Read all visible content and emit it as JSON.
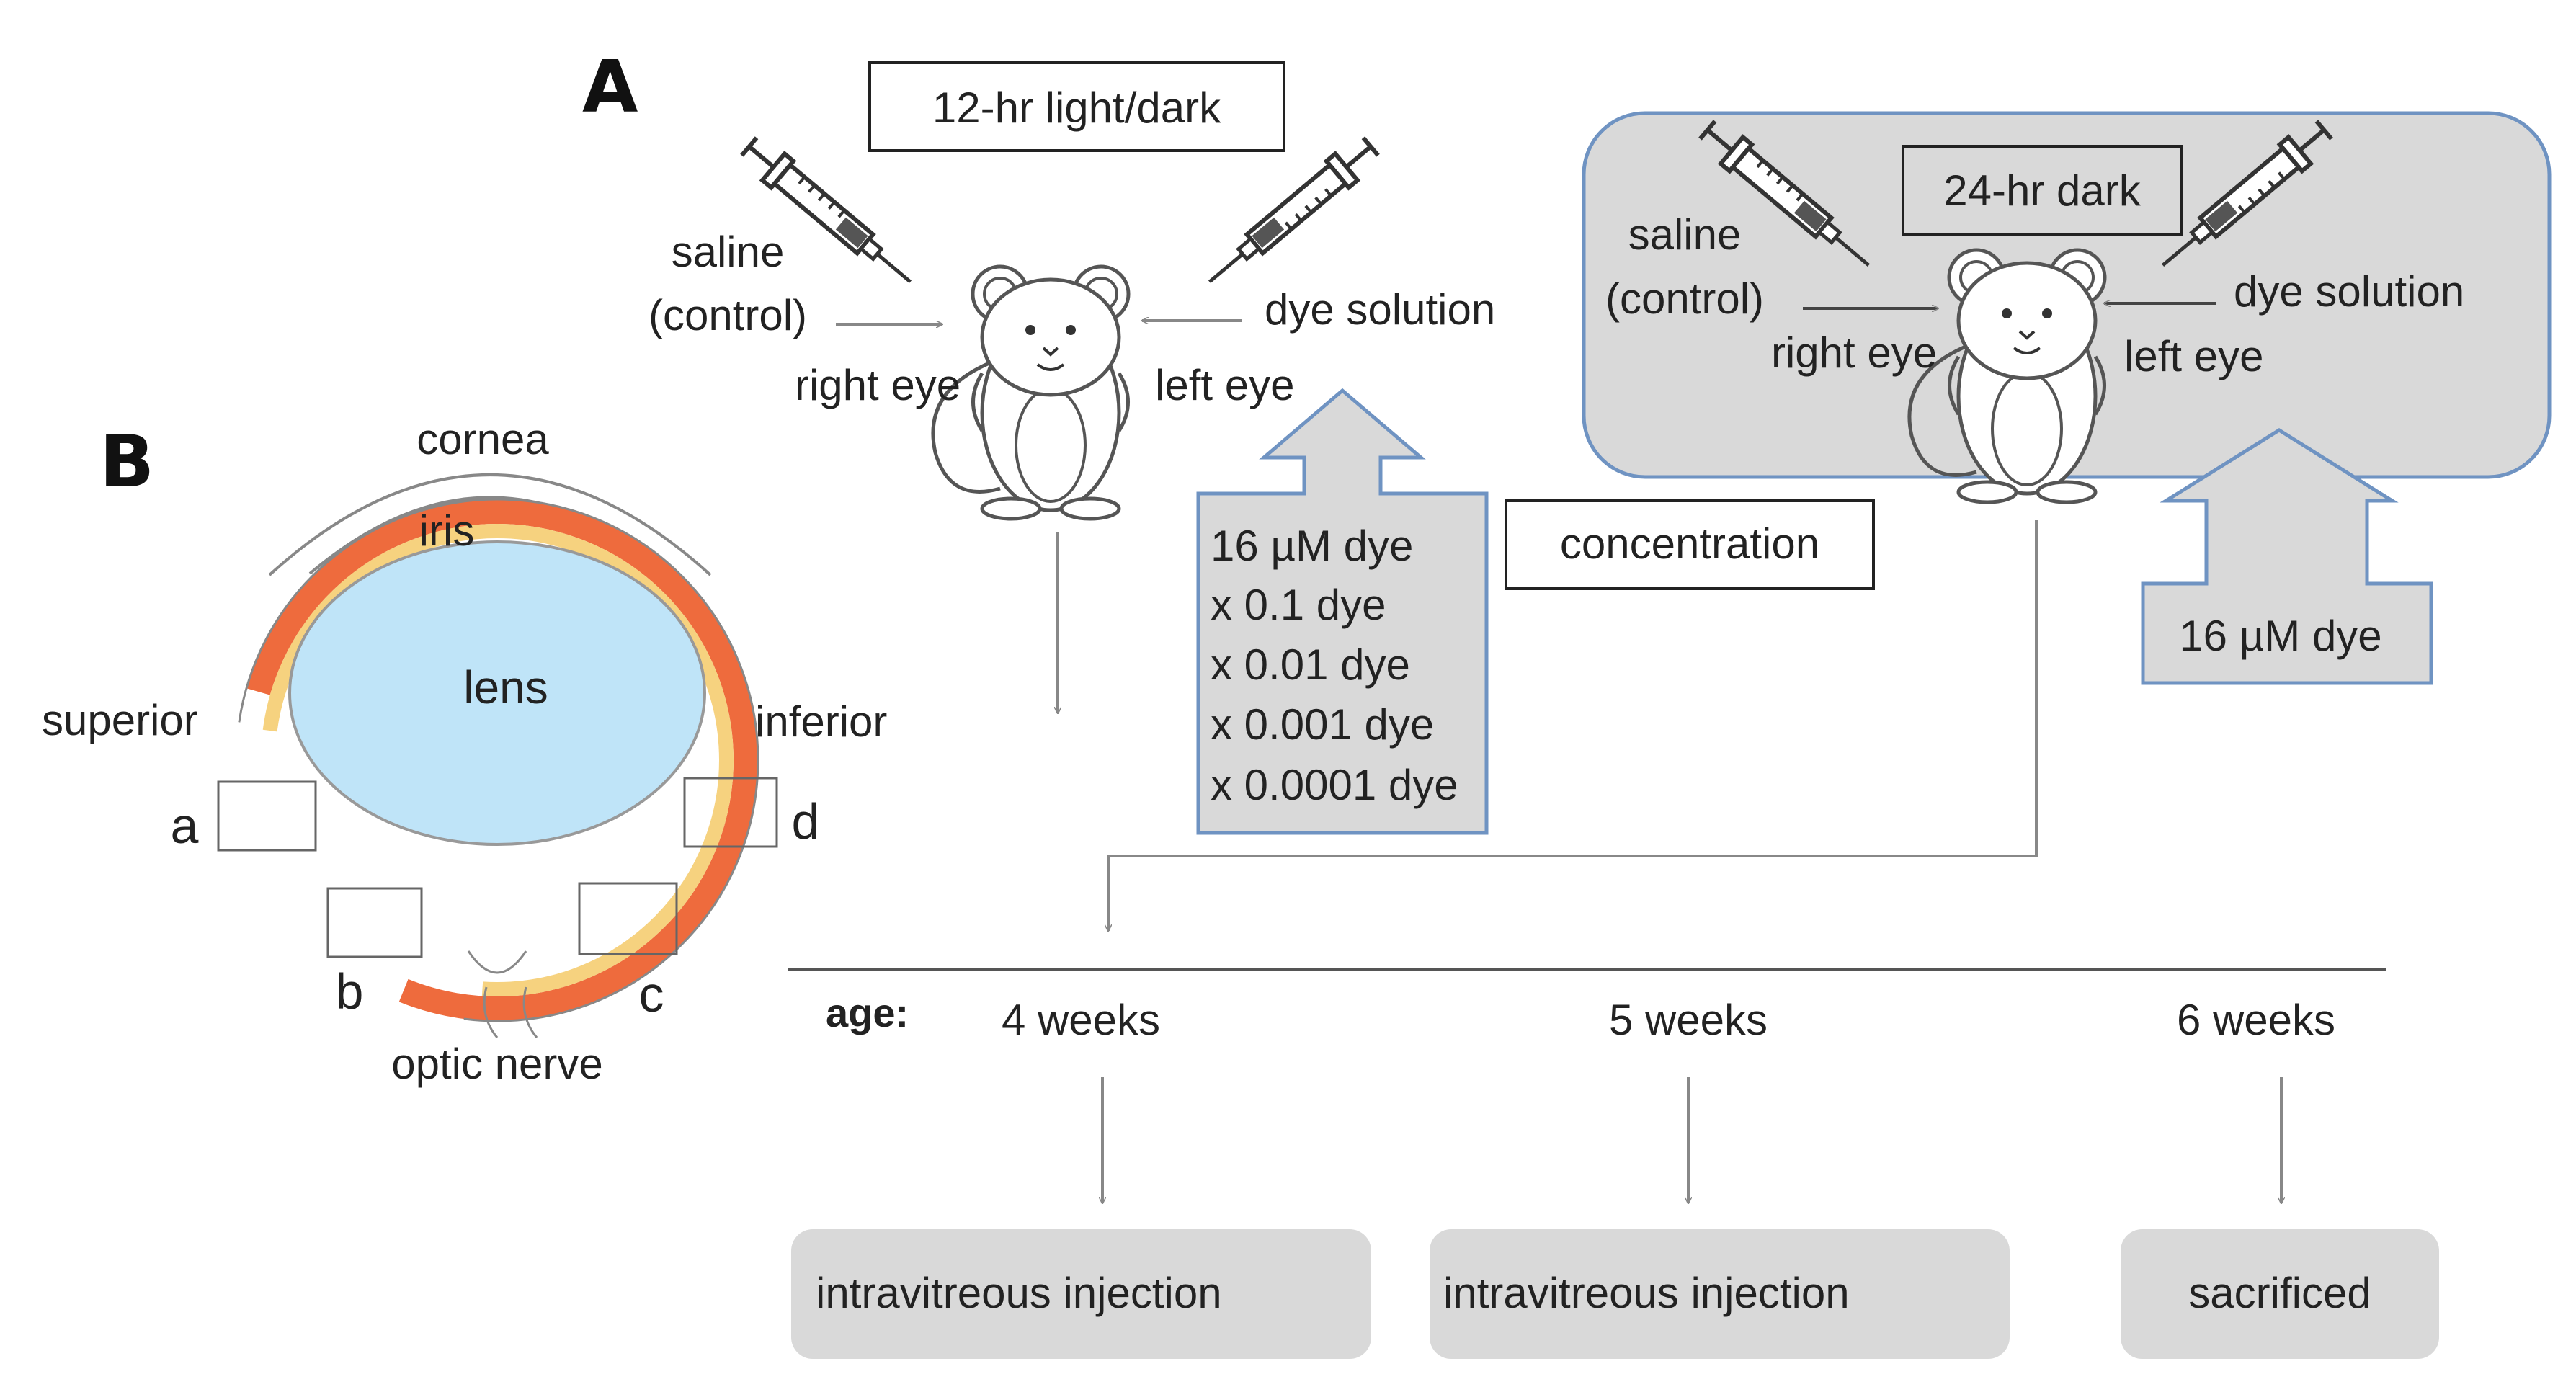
{
  "panels": {
    "a": "A",
    "b": "B"
  },
  "left_protocol": {
    "light_box": "12-hr light/dark",
    "saline_line1": "saline",
    "saline_line2": "(control)",
    "dye_label": "dye solution",
    "right_eye": "right eye",
    "left_eye": "left eye",
    "dilutions": [
      "16 µM dye",
      "x 0.1 dye",
      "x 0.01 dye",
      "x 0.001 dye",
      "x 0.0001 dye"
    ],
    "concentration_label": "concentration"
  },
  "right_protocol": {
    "dark_box": "24-hr dark",
    "saline_line1": "saline",
    "saline_line2": "(control)",
    "dye_label": "dye solution",
    "right_eye": "right eye",
    "left_eye": "left eye",
    "dose": "16 µM dye"
  },
  "timeline": {
    "age_label": "age:",
    "ages": [
      "4 weeks",
      "5 weeks",
      "6 weeks"
    ],
    "steps": [
      "intravitreous injection",
      "intravitreous injection",
      "sacrificed"
    ]
  },
  "eye": {
    "cornea": "cornea",
    "iris": "iris",
    "lens": "lens",
    "superior": "superior",
    "inferior": "inferior",
    "optic_nerve": "optic nerve",
    "regions": [
      "a",
      "b",
      "c",
      "d"
    ]
  },
  "colors": {
    "grey_fill": "#d9d9d9",
    "blue_stroke": "#6f93c2",
    "lens_fill": "#bfe4f8",
    "retina_outer": "#ee6b3d",
    "retina_inner": "#f6d27f"
  }
}
